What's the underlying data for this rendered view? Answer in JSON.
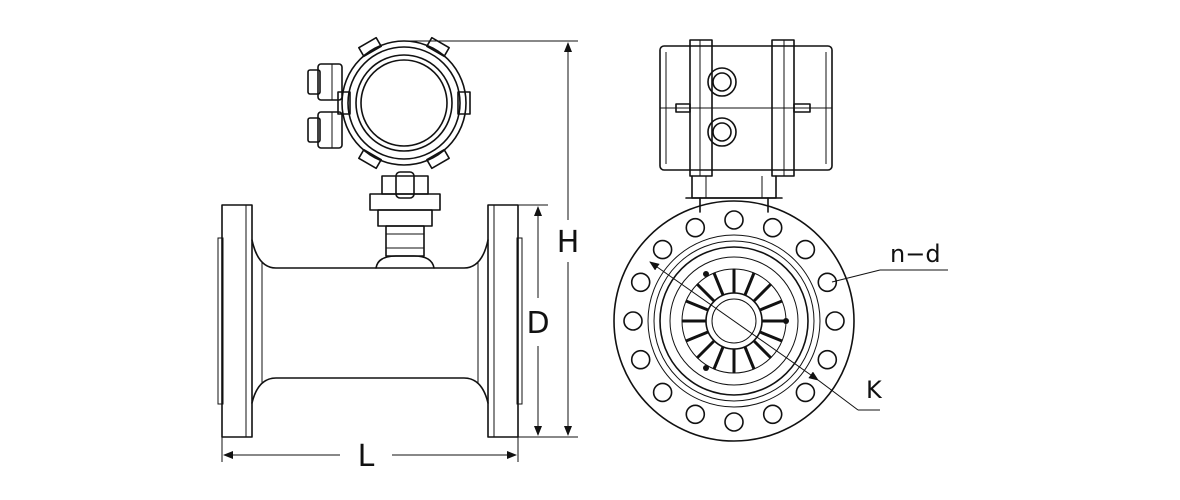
{
  "labels": {
    "length": "L",
    "height": "H",
    "diameter": "D",
    "bolt_circle": "K",
    "bolt_holes": "n−d"
  },
  "colors": {
    "line": "#111111",
    "background": "#ffffff"
  }
}
